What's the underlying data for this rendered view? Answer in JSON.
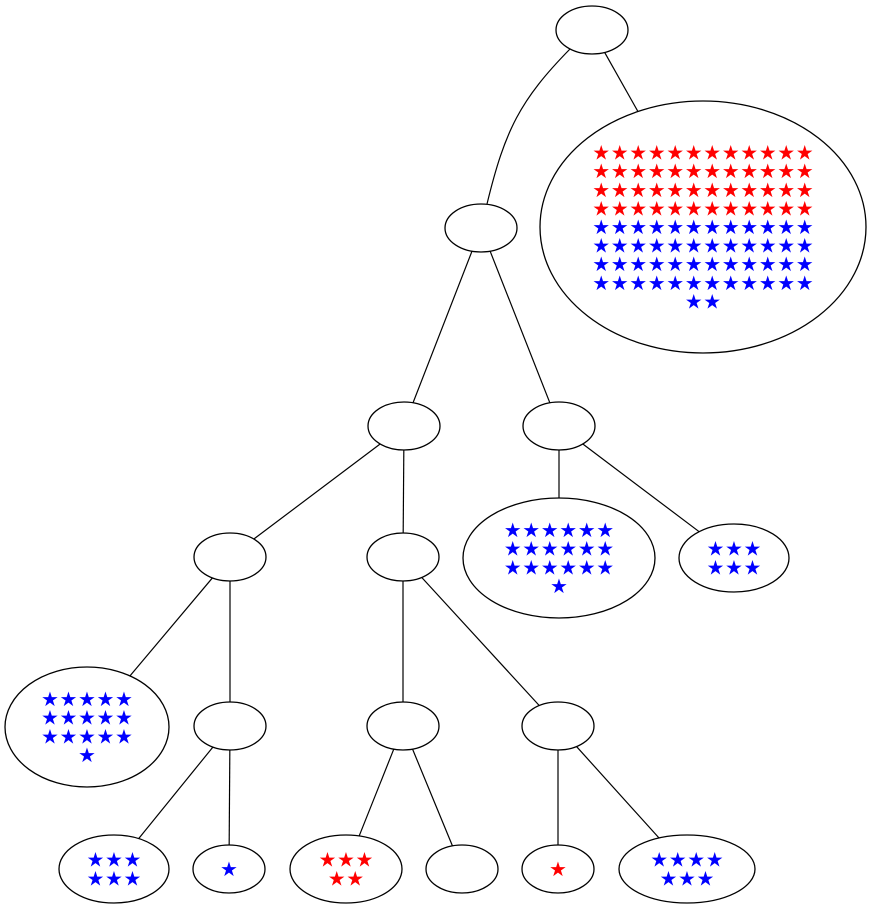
{
  "colors": {
    "red": "#ff0000",
    "blue": "#0000ff",
    "line": "#000000"
  },
  "star_glyph": "★",
  "nodes": [
    {
      "id": "root",
      "red": 0,
      "blue": 0
    },
    {
      "id": "big-leaf",
      "red": 48,
      "blue": 50
    },
    {
      "id": "n1",
      "red": 0,
      "blue": 0
    },
    {
      "id": "n2",
      "red": 0,
      "blue": 0
    },
    {
      "id": "n3",
      "red": 0,
      "blue": 0
    },
    {
      "id": "leaf-blue-19",
      "red": 0,
      "blue": 19
    },
    {
      "id": "leaf-blue-6-a",
      "red": 0,
      "blue": 6
    },
    {
      "id": "n4",
      "red": 0,
      "blue": 0
    },
    {
      "id": "n5",
      "red": 0,
      "blue": 0
    },
    {
      "id": "leaf-blue-16",
      "red": 0,
      "blue": 16
    },
    {
      "id": "n6",
      "red": 0,
      "blue": 0
    },
    {
      "id": "n7",
      "red": 0,
      "blue": 0
    },
    {
      "id": "n8",
      "red": 0,
      "blue": 0
    },
    {
      "id": "leaf-blue-6-b",
      "red": 0,
      "blue": 6
    },
    {
      "id": "leaf-blue-1",
      "red": 0,
      "blue": 1
    },
    {
      "id": "leaf-red-5",
      "red": 5,
      "blue": 0
    },
    {
      "id": "leaf-empty",
      "red": 0,
      "blue": 0
    },
    {
      "id": "leaf-red-1",
      "red": 1,
      "blue": 0
    },
    {
      "id": "leaf-blue-7",
      "red": 0,
      "blue": 7
    }
  ],
  "edges": [
    [
      "root",
      "n1"
    ],
    [
      "root",
      "big-leaf"
    ],
    [
      "n1",
      "n2"
    ],
    [
      "n1",
      "n3"
    ],
    [
      "n3",
      "leaf-blue-19"
    ],
    [
      "n3",
      "leaf-blue-6-a"
    ],
    [
      "n2",
      "n4"
    ],
    [
      "n2",
      "n5"
    ],
    [
      "n4",
      "leaf-blue-16"
    ],
    [
      "n4",
      "n6"
    ],
    [
      "n5",
      "n7"
    ],
    [
      "n5",
      "n8"
    ],
    [
      "n6",
      "leaf-blue-6-b"
    ],
    [
      "n6",
      "leaf-blue-1"
    ],
    [
      "n7",
      "leaf-red-5"
    ],
    [
      "n7",
      "leaf-empty"
    ],
    [
      "n8",
      "leaf-red-1"
    ],
    [
      "n8",
      "leaf-blue-7"
    ]
  ]
}
